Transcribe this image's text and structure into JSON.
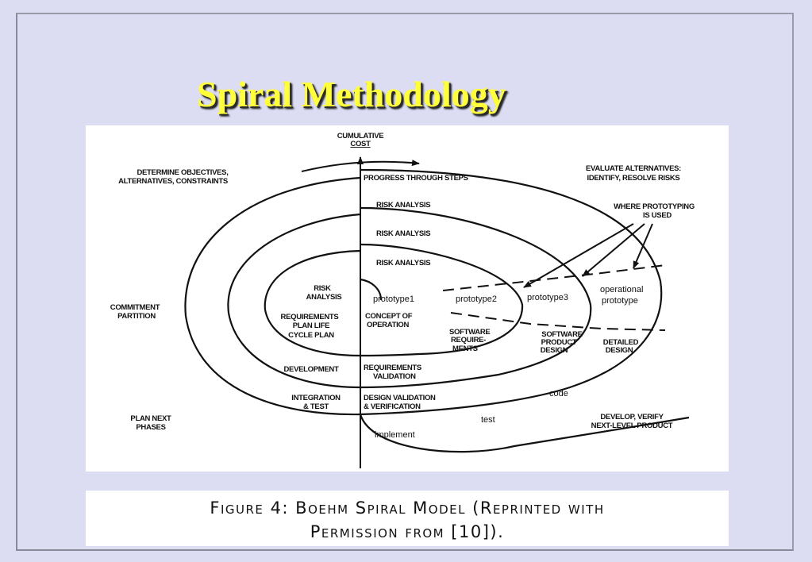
{
  "slide": {
    "title": "Spiral Methodology"
  },
  "diagram": {
    "axis_label_top": "CUMULATIVE",
    "axis_label_bottom": "COST",
    "progress": "PROGRESS THROUGH STEPS",
    "determine_line1": "DETERMINE OBJECTIVES,",
    "determine_line2": "ALTERNATIVES, CONSTRAINTS",
    "evaluate_line1": "EVALUATE ALTERNATIVES:",
    "evaluate_line2": "IDENTIFY, RESOLVE RISKS",
    "prototyping_line1": "WHERE PROTOTYPING",
    "prototyping_line2": "IS USED",
    "risk_analysis_outer": "RISK ANALYSIS",
    "risk_analysis_middle": "RISK ANALYSIS",
    "risk_analysis_inner": "RISK ANALYSIS",
    "risk_inner_line1": "RISK",
    "risk_inner_line2": "ANALYSIS",
    "prototype1": "prototype1",
    "prototype2": "prototype2",
    "prototype3": "prototype3",
    "operational_line1": "operational",
    "operational_line2": "prototype",
    "commitment_line1": "COMMITMENT",
    "commitment_line2": "PARTITION",
    "requirements_line1": "REQUIREMENTS",
    "requirements_line2": "PLAN LIFE",
    "requirements_line3": "CYCLE PLAN",
    "concept_line1": "CONCEPT OF",
    "concept_line2": "OPERATION",
    "software_req_line1": "SOFTWARE",
    "software_req_line2": "REQUIRE-",
    "software_req_line3": "MENTS",
    "software_product_line1": "SOFTWARE",
    "software_product_line2": "PRODUCT",
    "software_product_line3": "DESIGN",
    "detailed_line1": "DETAILED",
    "detailed_line2": "DESIGN",
    "development_plan": "DEVELOPMENT",
    "req_validation_line1": "REQUIREMENTS",
    "req_validation_line2": "VALIDATION",
    "integration_line1": "INTEGRATION",
    "integration_line2": "& TEST",
    "design_validation_line1": "DESIGN VALIDATION",
    "design_validation_line2": "& VERIFICATION",
    "code": "code",
    "test": "test",
    "implement": "implement",
    "plan_next_line1": "PLAN NEXT",
    "plan_next_line2": "PHASES",
    "develop_verify_line1": "DEVELOP, VERIFY",
    "develop_verify_line2": "NEXT-LEVEL PRODUCT"
  },
  "caption": {
    "line1": "Figure 4:  Boehm Spiral Model (Reprinted with",
    "line2": "Permission from [10])."
  }
}
